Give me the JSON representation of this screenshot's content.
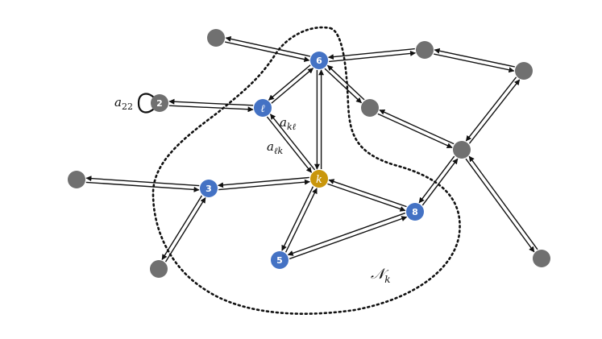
{
  "colors": {
    "agent_k": "#C9960C",
    "neighbor": "#4472C4",
    "other": "#707070",
    "edge": "#111111",
    "neighborhood_boundary": "#111111"
  },
  "nodes": {
    "node_6": "6",
    "node_2": "2",
    "node_l": "ℓ",
    "node_k": "k",
    "node_3": "3",
    "node_8": "8",
    "node_5": "5"
  },
  "labels": {
    "self_loop_weight": {
      "base": "a",
      "sub": "22"
    },
    "weight_kl": {
      "base": "a",
      "sub": "kℓ"
    },
    "weight_lk": {
      "base": "a",
      "sub": "ℓk"
    },
    "neighborhood": {
      "base": "𝒩",
      "sub": "k"
    }
  }
}
